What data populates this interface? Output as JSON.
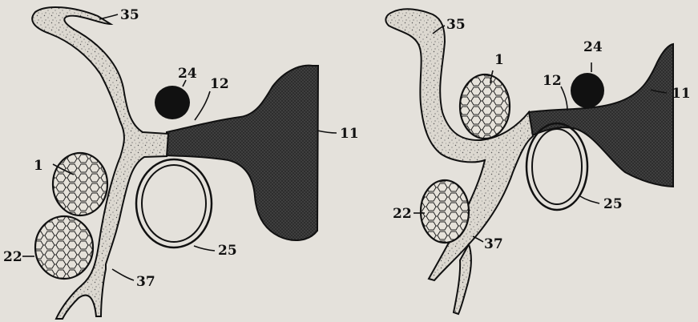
{
  "figure": {
    "left_panel": {
      "labels": {
        "l35": "35",
        "l24": "24",
        "l12": "12",
        "l11": "11",
        "l1": "1",
        "l22": "22",
        "l25": "25",
        "l37": "37"
      }
    },
    "right_panel": {
      "labels": {
        "l35": "35",
        "l1": "1",
        "l24": "24",
        "l12": "12",
        "l11": "11",
        "l22": "22",
        "l25": "25",
        "l37": "37"
      }
    }
  }
}
